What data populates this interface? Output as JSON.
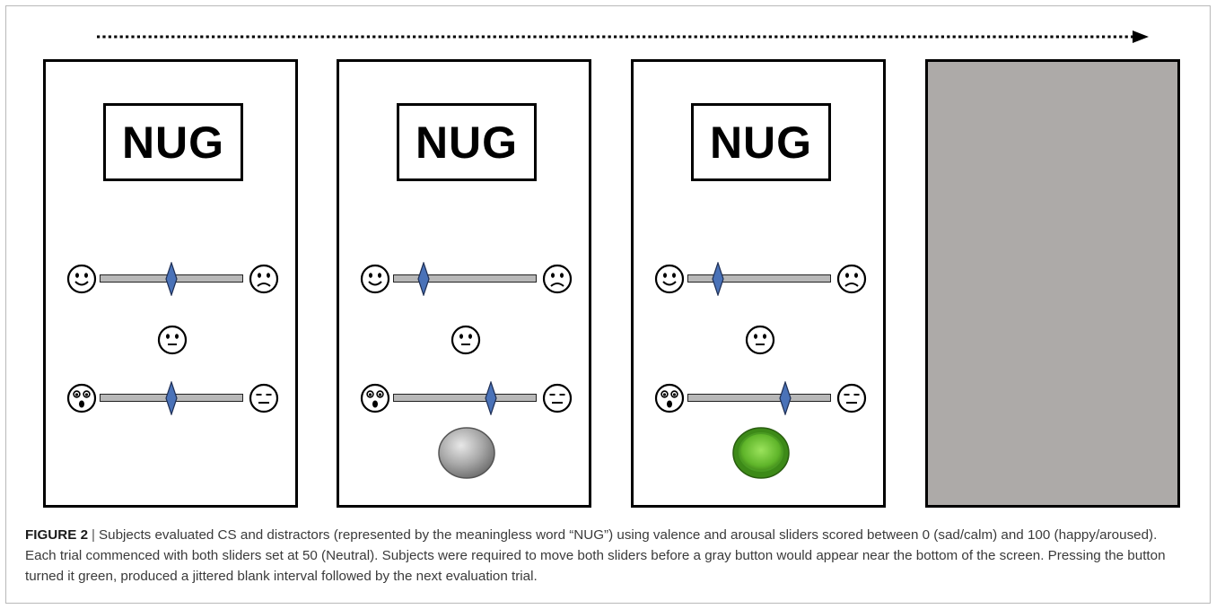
{
  "figure": {
    "label": "FIGURE 2",
    "separator": "|",
    "caption": "Subjects evaluated CS and distractors (represented by the meaningless word “NUG”) using valence and arousal sliders scored between 0 (sad/calm) and 100 (happy/aroused). Each trial commenced with both sliders set at 50 (Neutral). Subjects were required to move both sliders before a gray button would appear near the bottom of the screen. Pressing the button turned it green, produced a jittered blank interval followed by the next evaluation trial."
  },
  "panels": [
    {
      "word": "NUG",
      "valence": 0.5,
      "arousal": 0.5,
      "button": "none"
    },
    {
      "word": "NUG",
      "valence": 0.21,
      "arousal": 0.68,
      "button": "gray"
    },
    {
      "word": "NUG",
      "valence": 0.21,
      "arousal": 0.68,
      "button": "green"
    },
    {
      "word": "",
      "blank": true
    }
  ],
  "colors": {
    "blank_screen": "#adaaa8",
    "slider_thumb": "#4a72b8",
    "slider_track": "#b8b8b8",
    "button_gray": "#9a9a9a",
    "button_green": "#6cc236"
  }
}
